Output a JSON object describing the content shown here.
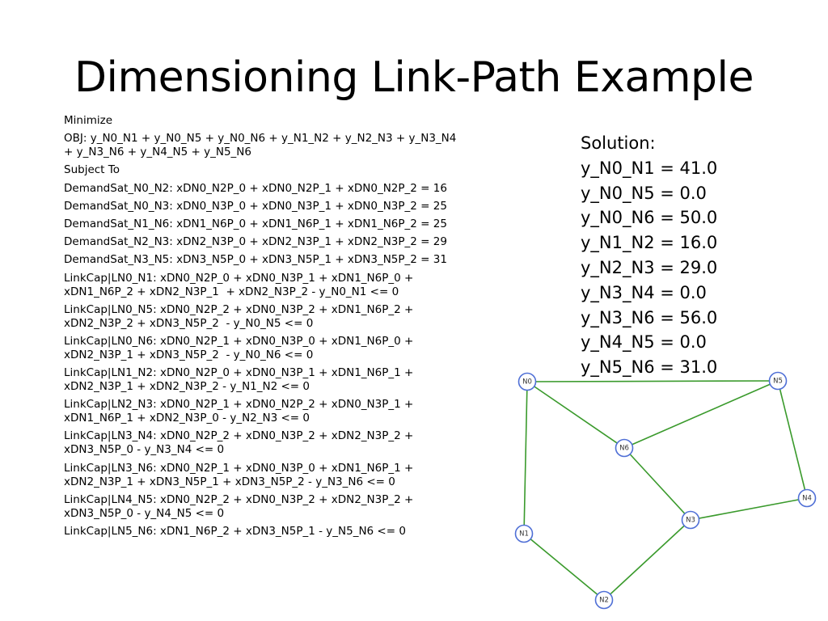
{
  "title": "Dimensioning Link-Path Example",
  "lp": {
    "minimize": "Minimize",
    "objective": "OBJ: y_N0_N1 + y_N0_N5 + y_N0_N6 + y_N1_N2 + y_N2_N3 + y_N3_N4\n+ y_N3_N6 + y_N4_N5 + y_N5_N6",
    "subject_to": "Subject To",
    "constraints": [
      "DemandSat_N0_N2: xDN0_N2P_0 + xDN0_N2P_1 + xDN0_N2P_2 = 16",
      "DemandSat_N0_N3: xDN0_N3P_0 + xDN0_N3P_1 + xDN0_N3P_2 = 25",
      "DemandSat_N1_N6: xDN1_N6P_0 + xDN1_N6P_1 + xDN1_N6P_2 = 25",
      "DemandSat_N2_N3: xDN2_N3P_0 + xDN2_N3P_1 + xDN2_N3P_2 = 29",
      "DemandSat_N3_N5: xDN3_N5P_0 + xDN3_N5P_1 + xDN3_N5P_2 = 31",
      "LinkCap|LN0_N1: xDN0_N2P_0 + xDN0_N3P_1 + xDN1_N6P_0 +\nxDN1_N6P_2 + xDN2_N3P_1  + xDN2_N3P_2 - y_N0_N1 <= 0",
      "LinkCap|LN0_N5: xDN0_N2P_2 + xDN0_N3P_2 + xDN1_N6P_2 +\nxDN2_N3P_2 + xDN3_N5P_2  - y_N0_N5 <= 0",
      "LinkCap|LN0_N6: xDN0_N2P_1 + xDN0_N3P_0 + xDN1_N6P_0 +\nxDN2_N3P_1 + xDN3_N5P_2  - y_N0_N6 <= 0",
      "LinkCap|LN1_N2: xDN0_N2P_0 + xDN0_N3P_1 + xDN1_N6P_1 +\nxDN2_N3P_1 + xDN2_N3P_2 - y_N1_N2 <= 0",
      "LinkCap|LN2_N3: xDN0_N2P_1 + xDN0_N2P_2 + xDN0_N3P_1 +\nxDN1_N6P_1 + xDN2_N3P_0 - y_N2_N3 <= 0",
      "LinkCap|LN3_N4: xDN0_N2P_2 + xDN0_N3P_2 + xDN2_N3P_2 +\nxDN3_N5P_0 - y_N3_N4 <= 0",
      "LinkCap|LN3_N6: xDN0_N2P_1 + xDN0_N3P_0 + xDN1_N6P_1 +\nxDN2_N3P_1 + xDN3_N5P_1 + xDN3_N5P_2 - y_N3_N6 <= 0",
      "LinkCap|LN4_N5: xDN0_N2P_2 + xDN0_N3P_2 + xDN2_N3P_2 +\nxDN3_N5P_0 - y_N4_N5 <= 0",
      "LinkCap|LN5_N6: xDN1_N6P_2 + xDN3_N5P_1 - y_N5_N6 <= 0"
    ]
  },
  "solution": {
    "heading": "Solution:",
    "values": [
      "y_N0_N1 = 41.0",
      "y_N0_N5 = 0.0",
      "y_N0_N6 = 50.0",
      "y_N1_N2 = 16.0",
      "y_N2_N3 = 29.0",
      "y_N3_N4 = 0.0",
      "y_N3_N6 = 56.0",
      "y_N4_N5 = 0.0",
      "y_N5_N6 = 31.0"
    ]
  },
  "graph": {
    "edge_color": "#3a9a2c",
    "node_stroke_color": "#4f6fd6",
    "nodes": [
      {
        "id": "N0",
        "label": "N0"
      },
      {
        "id": "N1",
        "label": "N1"
      },
      {
        "id": "N2",
        "label": "N2"
      },
      {
        "id": "N3",
        "label": "N3"
      },
      {
        "id": "N4",
        "label": "N4"
      },
      {
        "id": "N5",
        "label": "N5"
      },
      {
        "id": "N6",
        "label": "N6"
      }
    ],
    "edges": [
      [
        "N0",
        "N1"
      ],
      [
        "N0",
        "N5"
      ],
      [
        "N0",
        "N6"
      ],
      [
        "N1",
        "N2"
      ],
      [
        "N2",
        "N3"
      ],
      [
        "N3",
        "N4"
      ],
      [
        "N3",
        "N6"
      ],
      [
        "N4",
        "N5"
      ],
      [
        "N5",
        "N6"
      ]
    ]
  }
}
